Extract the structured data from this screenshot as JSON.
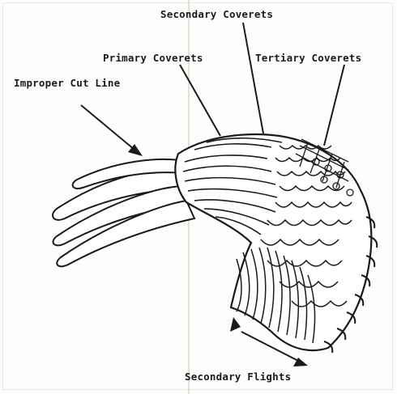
{
  "labels": {
    "secondary_coverts": "Secondary Coverets",
    "primary_coverts": "Primary Coverets",
    "tertiary_coverts": "Tertiary Coverets",
    "improper_cut_line": "Improper Cut Line",
    "secondary_flights": "Secondary Flights"
  },
  "colors": {
    "ink": "#1a1a1a",
    "paper": "#fdfdfb"
  }
}
